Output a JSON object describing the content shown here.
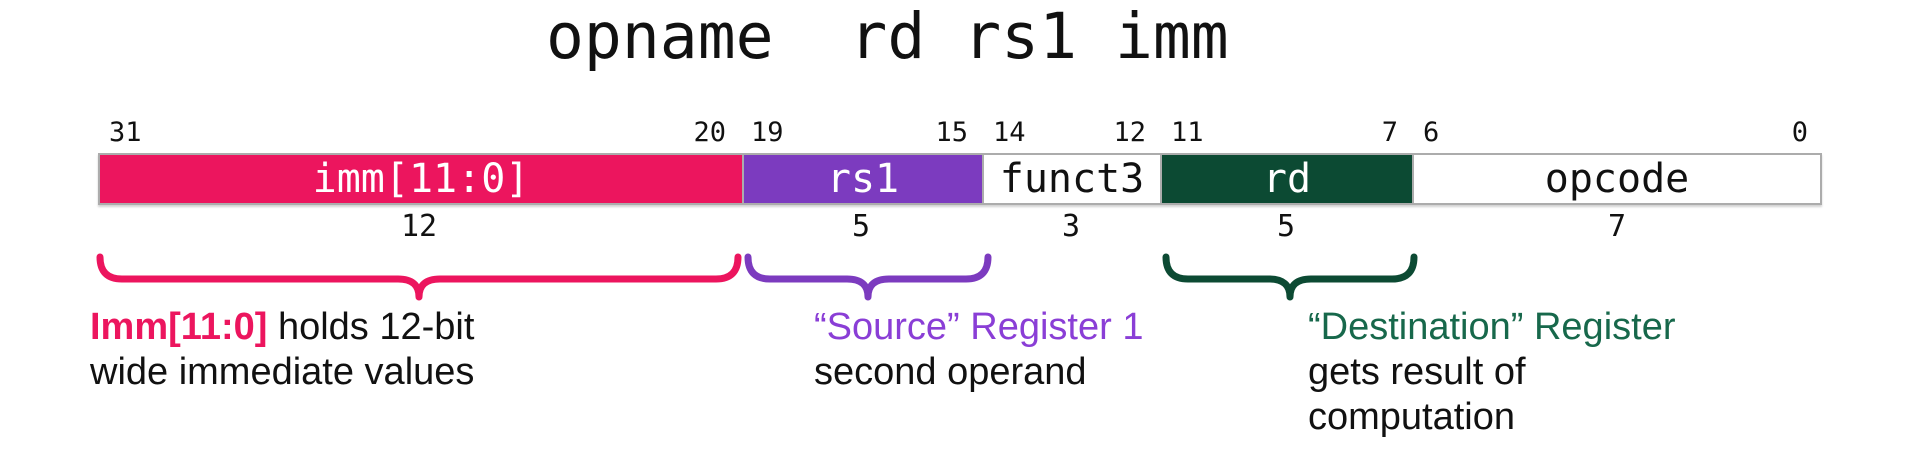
{
  "title": "opname  rd rs1 imm",
  "colors": {
    "imm_fill": "#EC155E",
    "rs1_fill": "#7C3BBF",
    "rd_fill": "#0C4A33",
    "imm_text": "#EC155E",
    "rs1_text": "#8A3ED6",
    "rd_text": "#17684B",
    "cell_border": "#ACACAC"
  },
  "fields": [
    {
      "id": "imm",
      "label": "imm[11:0]",
      "bit_high": "31",
      "bit_low": "20",
      "bits": "12"
    },
    {
      "id": "rs1",
      "label": "rs1",
      "bit_high": "19",
      "bit_low": "15",
      "bits": "5"
    },
    {
      "id": "funct3",
      "label": "funct3",
      "bit_high": "14",
      "bit_low": "12",
      "bits": "3"
    },
    {
      "id": "rd",
      "label": "rd",
      "bit_high": "11",
      "bit_low": "7",
      "bits": "5"
    },
    {
      "id": "opcode",
      "label": "opcode",
      "bit_high": "6",
      "bit_low": "0",
      "bits": "7"
    }
  ],
  "annotations": {
    "imm": {
      "highlight": "Imm[11:0]",
      "after_highlight": " holds 12-bit",
      "line2": "wide immediate values"
    },
    "rs1": {
      "line1": "“Source” Register 1",
      "line2": "second operand"
    },
    "rd": {
      "line1": "“Destination” Register",
      "line2": "gets result of",
      "line3": "computation"
    }
  }
}
